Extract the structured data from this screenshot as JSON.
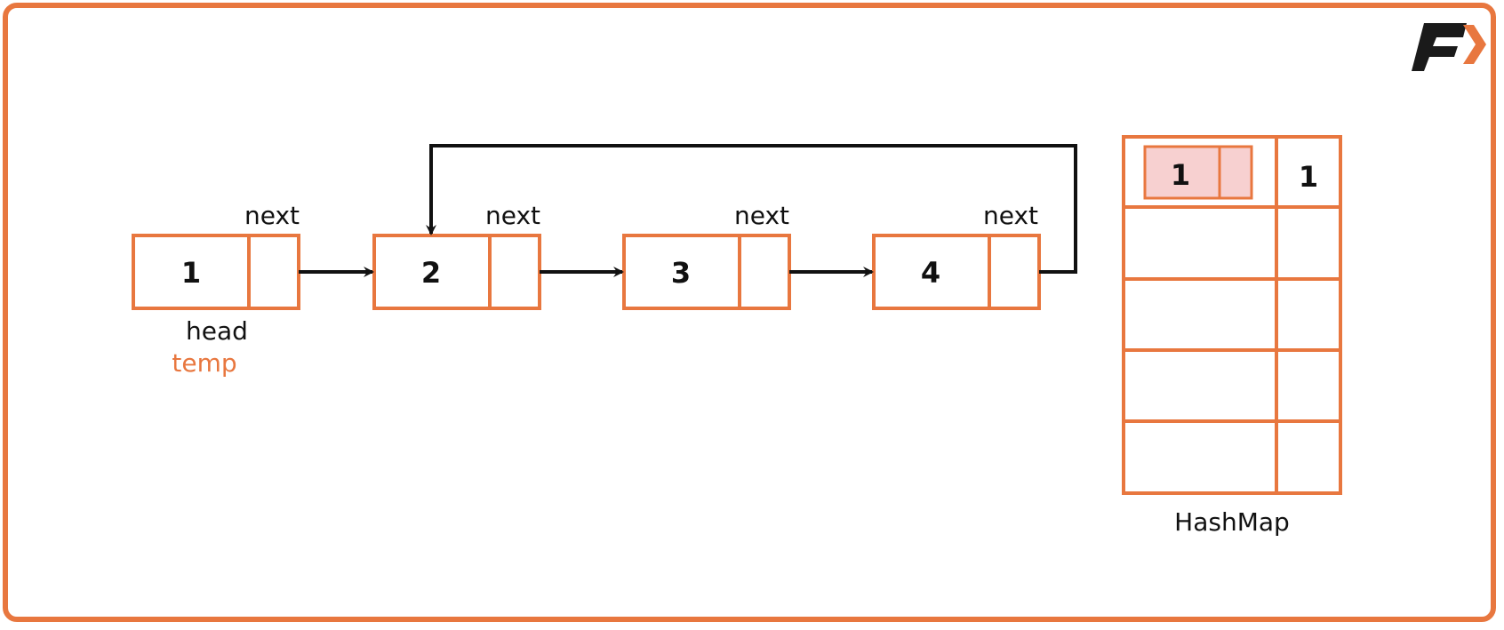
{
  "colors": {
    "accent": "#E8773F",
    "highlight": "#F7D0D0",
    "ink": "#111111"
  },
  "nodes": [
    {
      "value": "1",
      "next_label": "next"
    },
    {
      "value": "2",
      "next_label": "next"
    },
    {
      "value": "3",
      "next_label": "next"
    },
    {
      "value": "4",
      "next_label": "next"
    }
  ],
  "pointers": {
    "head": "head",
    "temp": "temp"
  },
  "hashmap": {
    "label": "HashMap",
    "rows": [
      {
        "key": "1",
        "value": "1"
      },
      {
        "key": "",
        "value": ""
      },
      {
        "key": "",
        "value": ""
      },
      {
        "key": "",
        "value": ""
      },
      {
        "key": "",
        "value": ""
      }
    ]
  },
  "logo_icon": "brand-f-arrow-icon"
}
